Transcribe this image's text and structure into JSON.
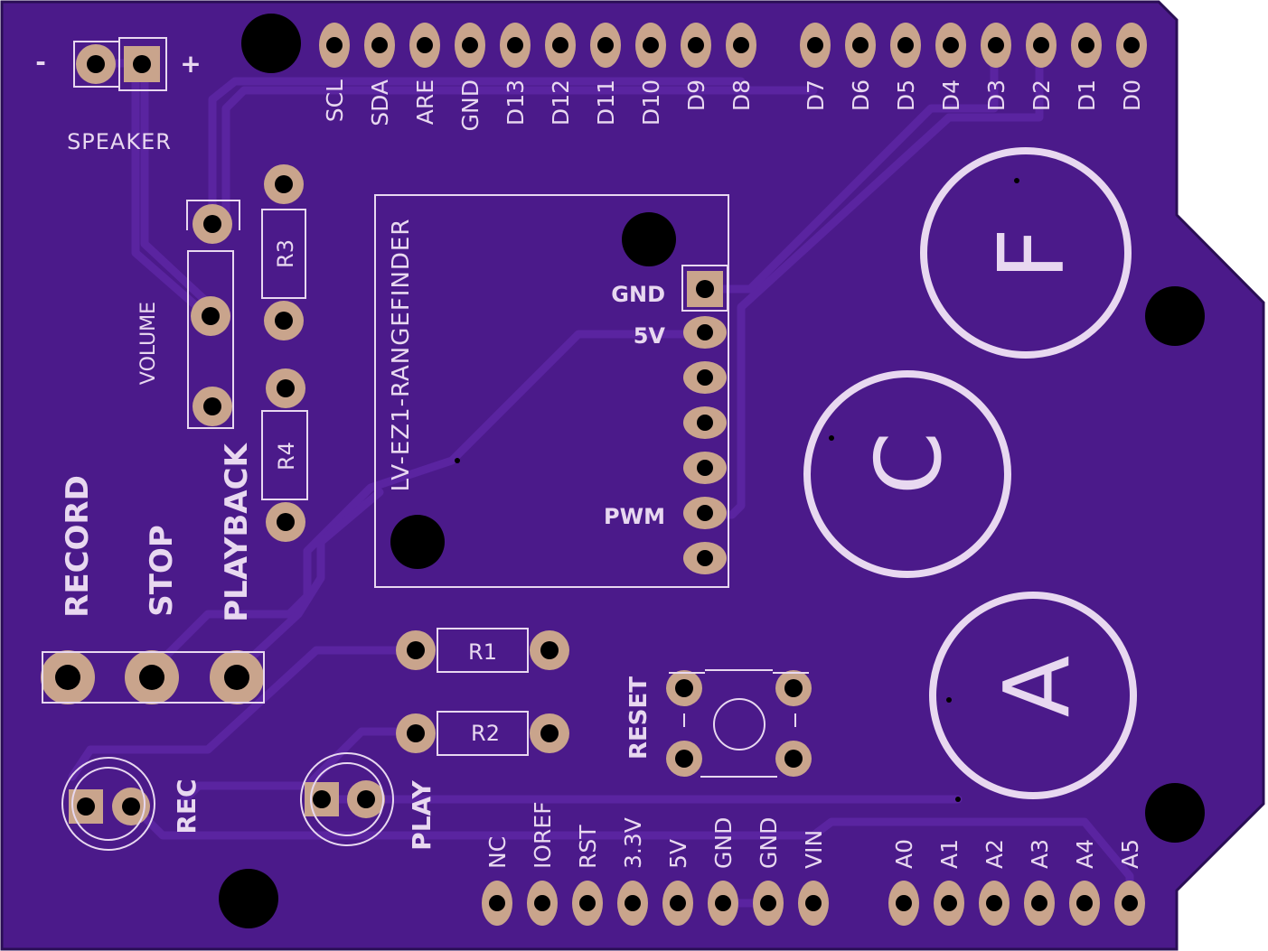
{
  "colors": {
    "board": "#4b1a8a",
    "board_edge": "#2a0e55",
    "trace": "#5a24a0",
    "silkscreen": "#e8d8f0",
    "pad": "#c9a48c",
    "hole": "#000000"
  },
  "speaker": {
    "minus": "-",
    "plus": "+",
    "label": "SPEAKER"
  },
  "top_header_labels": [
    "SCL",
    "SDA",
    "ARE",
    "GND",
    "D13",
    "D12",
    "D11",
    "D10",
    "D9",
    "D8"
  ],
  "top_header2_labels": [
    "D7",
    "D6",
    "D5",
    "D4",
    "D3",
    "D2",
    "D1",
    "D0"
  ],
  "resistors": {
    "r1": "R1",
    "r2": "R2",
    "r3": "R3",
    "r4": "R4"
  },
  "volume_label": "VOLUME",
  "button_labels": {
    "record": "RECORD",
    "stop": "STOP",
    "playback": "PLAYBACK"
  },
  "sensor": {
    "title": "LV-EZ1-RANGEFINDER",
    "gnd": "GND",
    "v5": "5V",
    "pwm": "PWM"
  },
  "notes": {
    "f": "F",
    "c": "C",
    "a": "A"
  },
  "reset_label": "RESET",
  "led_labels": {
    "rec": "REC",
    "play": "PLAY"
  },
  "power_header_labels": [
    "NC",
    "IOREF",
    "RST",
    "3.3V",
    "5V",
    "GND",
    "GND",
    "VIN"
  ],
  "analog_header_labels": [
    "A0",
    "A1",
    "A2",
    "A3",
    "A4",
    "A5"
  ]
}
